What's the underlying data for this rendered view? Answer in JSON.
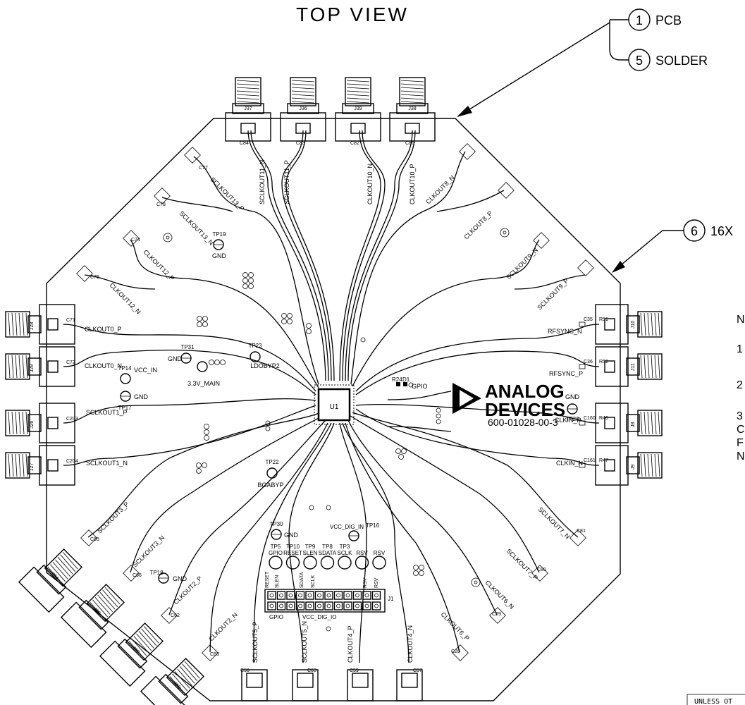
{
  "title": "TOP VIEW",
  "callouts": [
    {
      "num": "1",
      "text": "PCB"
    },
    {
      "num": "5",
      "text": "SOLDER"
    },
    {
      "num": "6",
      "text": "16X"
    }
  ],
  "notes_letters": [
    "N",
    "1",
    "2",
    "3",
    "C",
    "F",
    "N"
  ],
  "unless_note": "UNLESS OT",
  "logo": {
    "line1": "ANALOG",
    "line2": "DEVICES",
    "part_no": "600-01028-00-3"
  },
  "chip": "U1",
  "top_connectors": [
    "J37",
    "J36",
    "J39",
    "J38"
  ],
  "top_labels": [
    "SCLKOUT11_N",
    "SCLKOUT11_P",
    "CLKOUT10_N",
    "CLKOUT10_P"
  ],
  "left_connectors": [
    "J28",
    "J29",
    "J26",
    "J27"
  ],
  "left_labels": [
    "CLKOUT0_P",
    "CLKOUT0_N",
    "SCLKOUT1_P",
    "SCLKOUT1_N"
  ],
  "left_caps": [
    "C71",
    "C72",
    "C203",
    "C204"
  ],
  "right_connectors": [
    "J10",
    "J11",
    "J8",
    "J9"
  ],
  "right_labels": [
    "RFSYNC_N",
    "RFSYNC_P",
    "CLKIN_P",
    "CLKIN_N"
  ],
  "right_caps": [
    "C35",
    "C36",
    "C160",
    "C161"
  ],
  "right_res": [
    "R51",
    "R52",
    "R46",
    "R47"
  ],
  "bottom_left_connectors": [
    "J24",
    "J25",
    "J22",
    "J23"
  ],
  "diag_labels": {
    "ul1": "SCLKOUT13_P",
    "ul2": "SCLKOUT13_N",
    "ul3": "CLKOUT12_P",
    "ul4": "CLKOUT12_N",
    "ur1": "CLKOUT8_N",
    "ur2": "CLKOUT8_P",
    "ur3": "SCLKOUT9_N",
    "ur4": "SCLKOUT9_P",
    "ll1": "SCLKOUT3_P",
    "ll2": "SCLKOUT3_N",
    "ll3": "CLKOUT2_P",
    "ll4": "CLKOUT2_N",
    "lr1": "SCLKOUT7_N",
    "lr2": "SCLKOUT7_P",
    "lr3": "CLKOUT6_N",
    "lr4": "CLKOUT6_P",
    "b1": "SCLKOUT5_P",
    "b2": "SCLKOUT5_N",
    "b3": "CLKOUT4_P",
    "b4": "CLKOUT4_N"
  },
  "caps_misc": {
    "c77": "C77",
    "c78": "C78",
    "c74": "C74",
    "c75": "C75",
    "c65": "C65",
    "c66": "C66",
    "c62": "C62",
    "c63": "C63",
    "c81": "C81",
    "c80": "C80",
    "c28": "C28",
    "c29": "C29",
    "c58": "C58",
    "c60": "C60",
    "c59": "C59",
    "c57": "C57",
    "c84": "C84",
    "c83": "C83",
    "c82": "C82",
    "c86": "C86"
  },
  "testpoints": {
    "tp19": "TP19",
    "gnd19": "GND",
    "tp31": "TP31",
    "gnd31": "GND",
    "main": "3.3V_MAIN",
    "tp14": "TP14",
    "vccin": "VCC_IN",
    "tp17": "TP17",
    "gnd17": "GND",
    "tp23": "TP23",
    "ldo": "LDOBYP2",
    "tp22": "TP22",
    "bga": "BGABYP",
    "tp20": "TP20",
    "gnd20": "GND",
    "tp30": "TP30",
    "gnd30": "GND",
    "tp18": "TP18",
    "gnd18": "GND",
    "tp16": "TP16",
    "vccdig": "VCC_DIG_IN",
    "r24": "R24",
    "d1": "D1",
    "gpio": "GPIO"
  },
  "tp_row": [
    {
      "tp": "TP5",
      "name": "GPIO"
    },
    {
      "tp": "TP10",
      "name": "RESET"
    },
    {
      "tp": "TP9",
      "name": "SLEN"
    },
    {
      "tp": "TP8",
      "name": "SDATA"
    },
    {
      "tp": "TP3",
      "name": "SCLK"
    },
    {
      "tp": "",
      "name": "RSV"
    },
    {
      "tp": "",
      "name": "RSV"
    }
  ],
  "header": {
    "ref": "J1",
    "bottom_label": "VCC_DIG_IO",
    "gpio": "GPIO",
    "pins": [
      "RESET",
      "SLEN",
      "SDATA",
      "SCLK",
      "RSV",
      "RSV"
    ]
  }
}
